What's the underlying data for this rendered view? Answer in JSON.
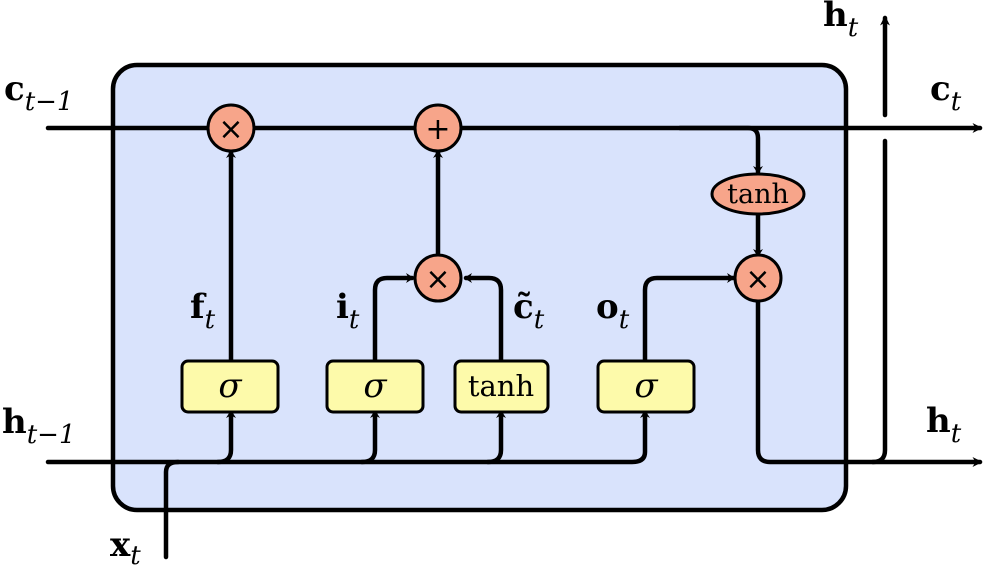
{
  "diagram": {
    "inputs": {
      "cell_state_in": {
        "base": "c",
        "sub": "t−1"
      },
      "hidden_in": {
        "base": "h",
        "sub": "t−1"
      },
      "x_in": {
        "base": "x",
        "sub": "t"
      }
    },
    "outputs": {
      "cell_state_out": {
        "base": "c",
        "sub": "t"
      },
      "hidden_out_right": {
        "base": "h",
        "sub": "t"
      },
      "hidden_out_top": {
        "base": "h",
        "sub": "t"
      }
    },
    "gates": {
      "forget": {
        "symbol": "σ",
        "label_base": "f",
        "label_sub": "t"
      },
      "input": {
        "symbol": "σ",
        "label_base": "i",
        "label_sub": "t"
      },
      "candidate": {
        "symbol": "tanh",
        "label_base": "c̃",
        "label_sub": "t"
      },
      "output": {
        "symbol": "σ",
        "label_base": "o",
        "label_sub": "t"
      }
    },
    "operators": {
      "forget_mul": "×",
      "add": "+",
      "input_mul": "×",
      "output_mul": "×",
      "cell_tanh": "tanh"
    },
    "colors": {
      "cell_fill": "#d9e3fc",
      "gate_fill": "#fdfaaa",
      "operator_fill": "#f7a58a"
    }
  }
}
